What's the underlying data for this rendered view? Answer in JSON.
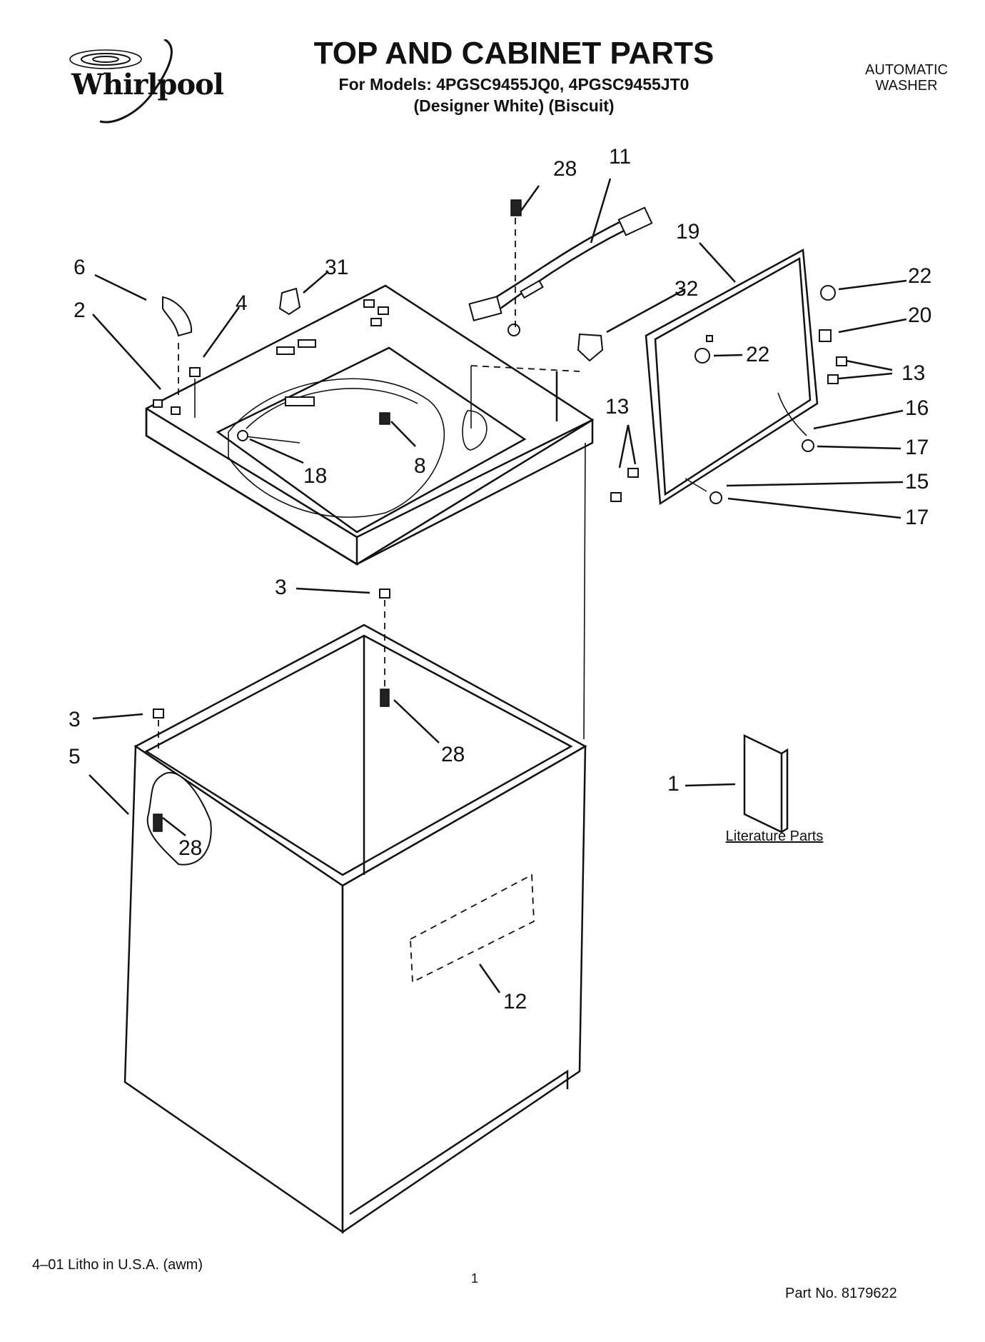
{
  "header": {
    "brand": "Whirlpool",
    "title": "TOP AND CABINET PARTS",
    "models_line": "For Models: 4PGSC9455JQ0, 4PGSC9455JT0",
    "colors_line": "(Designer White)  (Biscuit)",
    "appliance_type": [
      "AUTOMATIC",
      "WASHER"
    ]
  },
  "callouts": [
    "28",
    "11",
    "19",
    "6",
    "31",
    "4",
    "2",
    "32",
    "22",
    "20",
    "22",
    "13",
    "16",
    "13",
    "17",
    "15",
    "17",
    "8",
    "18",
    "3",
    "3",
    "28",
    "5",
    "28",
    "1",
    "12"
  ],
  "literature_label": "Literature Parts",
  "footer": {
    "left": "4–01 Litho in U.S.A. (awm)",
    "page": "1",
    "part_no": "Part No. 8179622"
  }
}
